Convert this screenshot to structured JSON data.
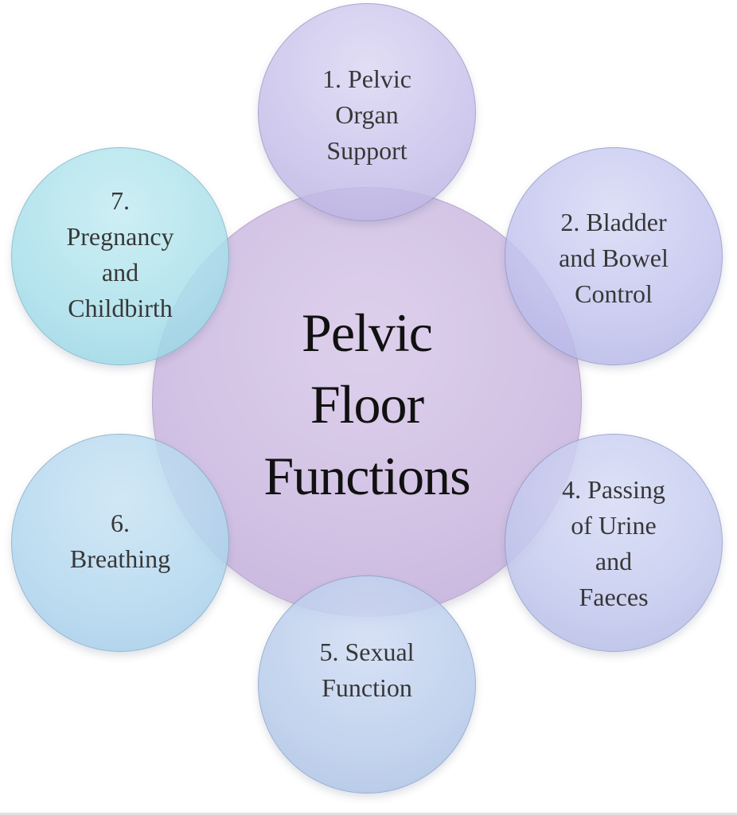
{
  "diagram": {
    "type": "radial-hub-and-spoke",
    "center": {
      "label": "Pelvic Floor Functions",
      "lines": [
        "Pelvic",
        "Floor",
        "Functions"
      ],
      "color": "#d2c2e4"
    },
    "satellites": [
      {
        "number": 1,
        "label": "1. Pelvic\nOrgan\nSupport",
        "color": "#c7c0ea",
        "position": "top"
      },
      {
        "number": 2,
        "label": "2. Bladder\nand Bowel\nControl",
        "color": "#c2c3ee",
        "position": "upper-right"
      },
      {
        "number": 4,
        "label": "4. Passing\nof Urine\nand\nFaeces",
        "color": "#c2c8ee",
        "position": "lower-right"
      },
      {
        "number": 5,
        "label": "5. Sexual\nFunction",
        "color": "#b8cceb",
        "position": "bottom"
      },
      {
        "number": 6,
        "label": "6.\nBreathing",
        "color": "#b1d6ee",
        "position": "lower-left"
      },
      {
        "number": 7,
        "label": "7.\nPregnancy\nand\nChildbirth",
        "color": "#a8dfeb",
        "position": "upper-left"
      }
    ]
  }
}
